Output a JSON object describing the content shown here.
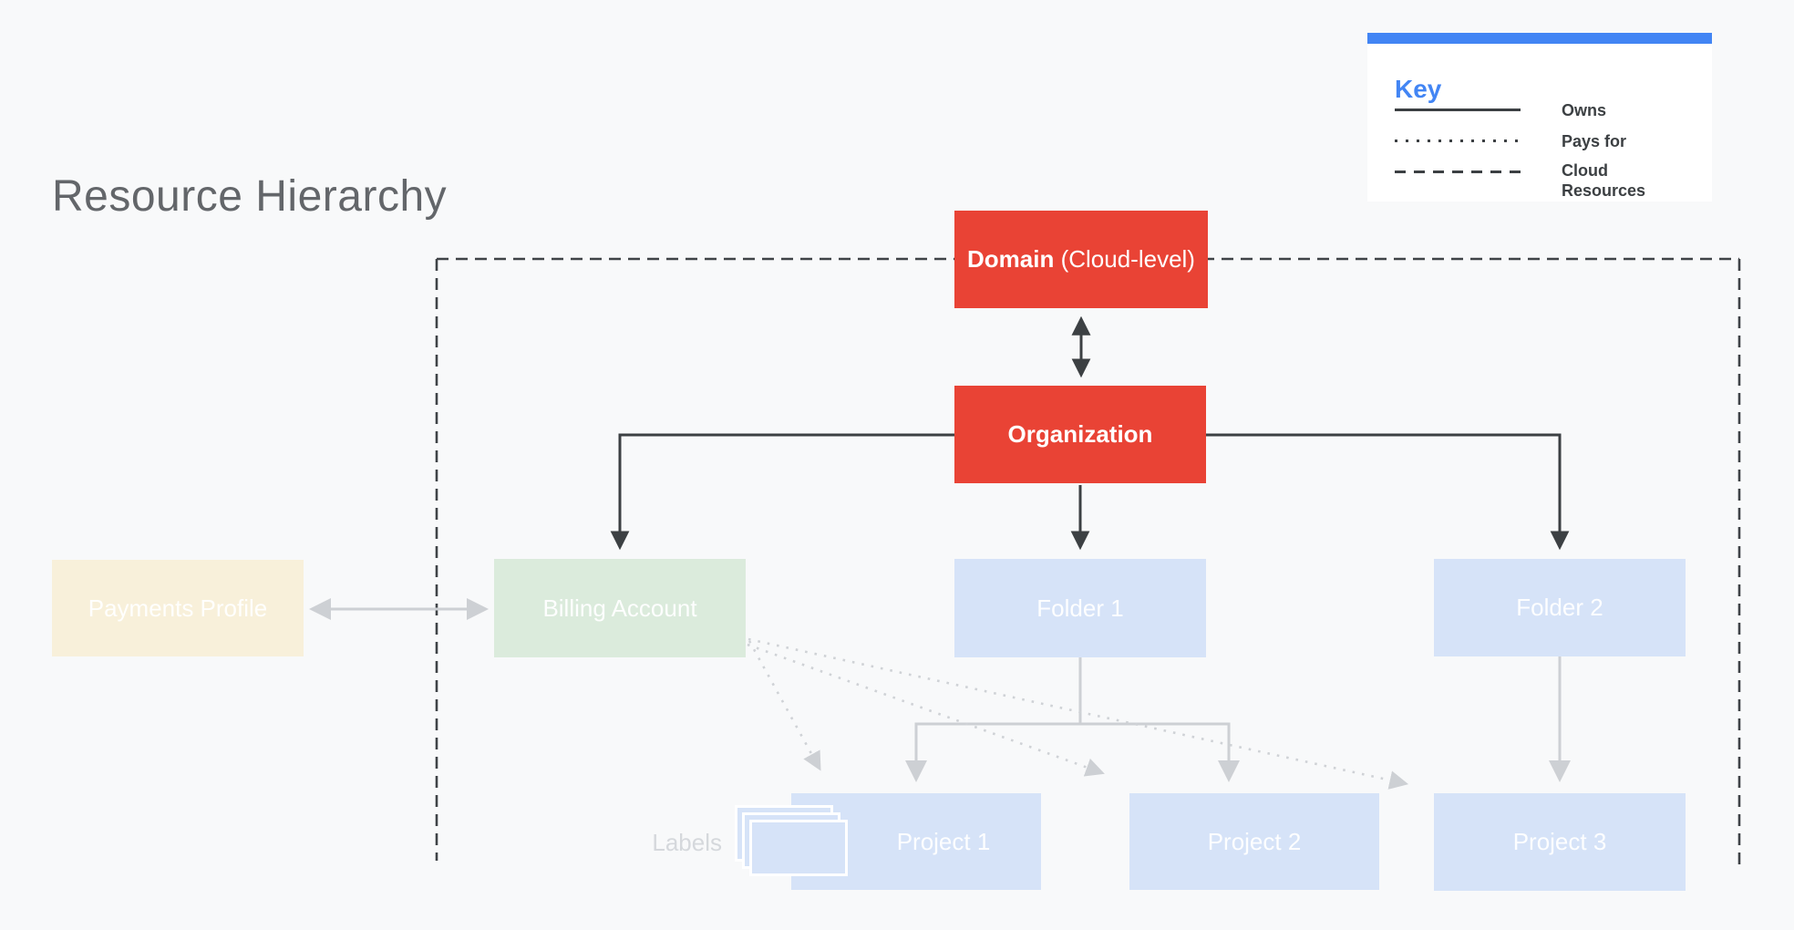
{
  "title": "Resource Hierarchy",
  "legend": {
    "title": "Key",
    "items": [
      {
        "style": "solid",
        "label": "Owns"
      },
      {
        "style": "dotted",
        "label": "Pays for"
      },
      {
        "style": "dashed",
        "label": "Cloud Resources"
      }
    ]
  },
  "nodes": {
    "domain_bold": "Domain",
    "domain_rest": " (Cloud-level)",
    "organization": "Organization",
    "payments_profile": "Payments Profile",
    "billing_account": "Billing Account",
    "folder1": "Folder 1",
    "folder2": "Folder 2",
    "project1": "Project 1",
    "project2": "Project 2",
    "project3": "Project 3",
    "labels_caption": "Labels"
  },
  "colors": {
    "background": "#F8F9FA",
    "node_red": "#E94335",
    "node_blue": "#D6E3F8",
    "node_green": "#DBEBDC",
    "node_cream": "#F8F0DA",
    "accent_blue": "#4285F4",
    "dark_line": "#3C4043",
    "faded_line": "#CDD0D4",
    "title_gray": "#63666A"
  }
}
